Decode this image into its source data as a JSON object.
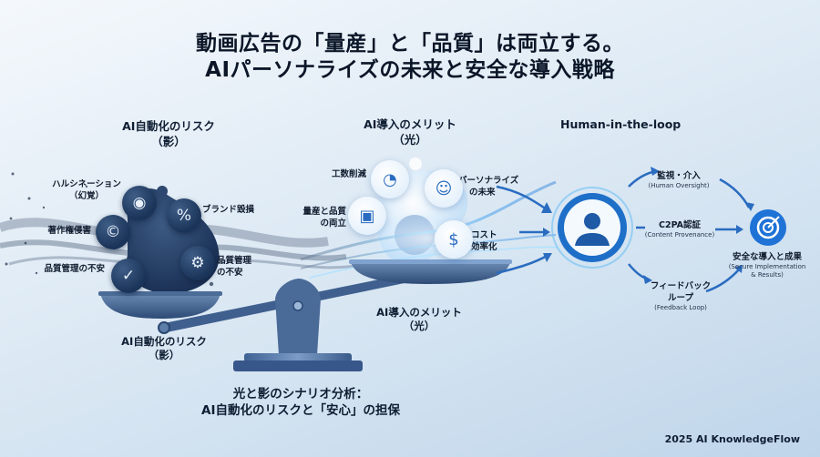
{
  "title": {
    "line1": "動画広告の「量産」と「品質」は両立する。",
    "line2": "AIパーソナライズの未来と安全な導入戦略"
  },
  "risk_section": {
    "title": "AI自動化のリスク",
    "subtitle": "（影）",
    "items": [
      {
        "label_line1": "ハルシネーション",
        "label_line2": "（幻覚）",
        "icon": "eye-search-icon"
      },
      {
        "label_line1": "ブランド毀損",
        "label_line2": "",
        "icon": "broken-tag-icon"
      },
      {
        "label_line1": "著作権侵害",
        "label_line2": "",
        "icon": "copyright-icon"
      },
      {
        "label_line1": "品質管理の不安",
        "label_line2": "",
        "icon": "shield-check-icon"
      },
      {
        "label_line1": "品質管理",
        "label_line2": "の不安",
        "icon": "robot-icon"
      }
    ],
    "scale_label": "AI自動化のリスク",
    "scale_sublabel": "（影）"
  },
  "merit_section": {
    "title": "AI導入のメリット",
    "subtitle": "（光）",
    "items": [
      {
        "label_line1": "工数削減",
        "label_line2": "",
        "icon": "clock-icon"
      },
      {
        "label_line1": "パーソナライズ",
        "label_line2": "の未来",
        "icon": "brain-head-icon"
      },
      {
        "label_line1": "量産と品質",
        "label_line2": "の両立",
        "icon": "box-icon"
      },
      {
        "label_line1": "コスト",
        "label_line2": "効率化",
        "icon": "dollar-hand-icon"
      }
    ],
    "scale_label": "AI導入のメリット",
    "scale_sublabel": "（光）"
  },
  "hitl_section": {
    "title": "Human-in-the-loop",
    "center_icon": "person-icon",
    "steps": [
      {
        "label": "監視・介入",
        "sub": "(Human Oversight)"
      },
      {
        "label": "C2PA認証",
        "sub": "(Content Provenance)"
      },
      {
        "label_line1": "フィードバック",
        "label_line2": "ループ",
        "sub": "(Feedback Loop)"
      }
    ],
    "result": {
      "icon": "target-icon",
      "label": "安全な導入と成果",
      "sub_line1": "(Secure Implementation",
      "sub_line2": "& Results)"
    }
  },
  "bottom_caption": {
    "line1": "光と影のシナリオ分析：",
    "line2": "AI自動化のリスクと「安心」の担保"
  },
  "footer": "2025 AI KnowledgeFlow",
  "colors": {
    "dark_navy": "#1a3358",
    "accent_blue": "#2a6cc0",
    "bright_blue": "#1e7be0",
    "text": "#0f1e33"
  }
}
